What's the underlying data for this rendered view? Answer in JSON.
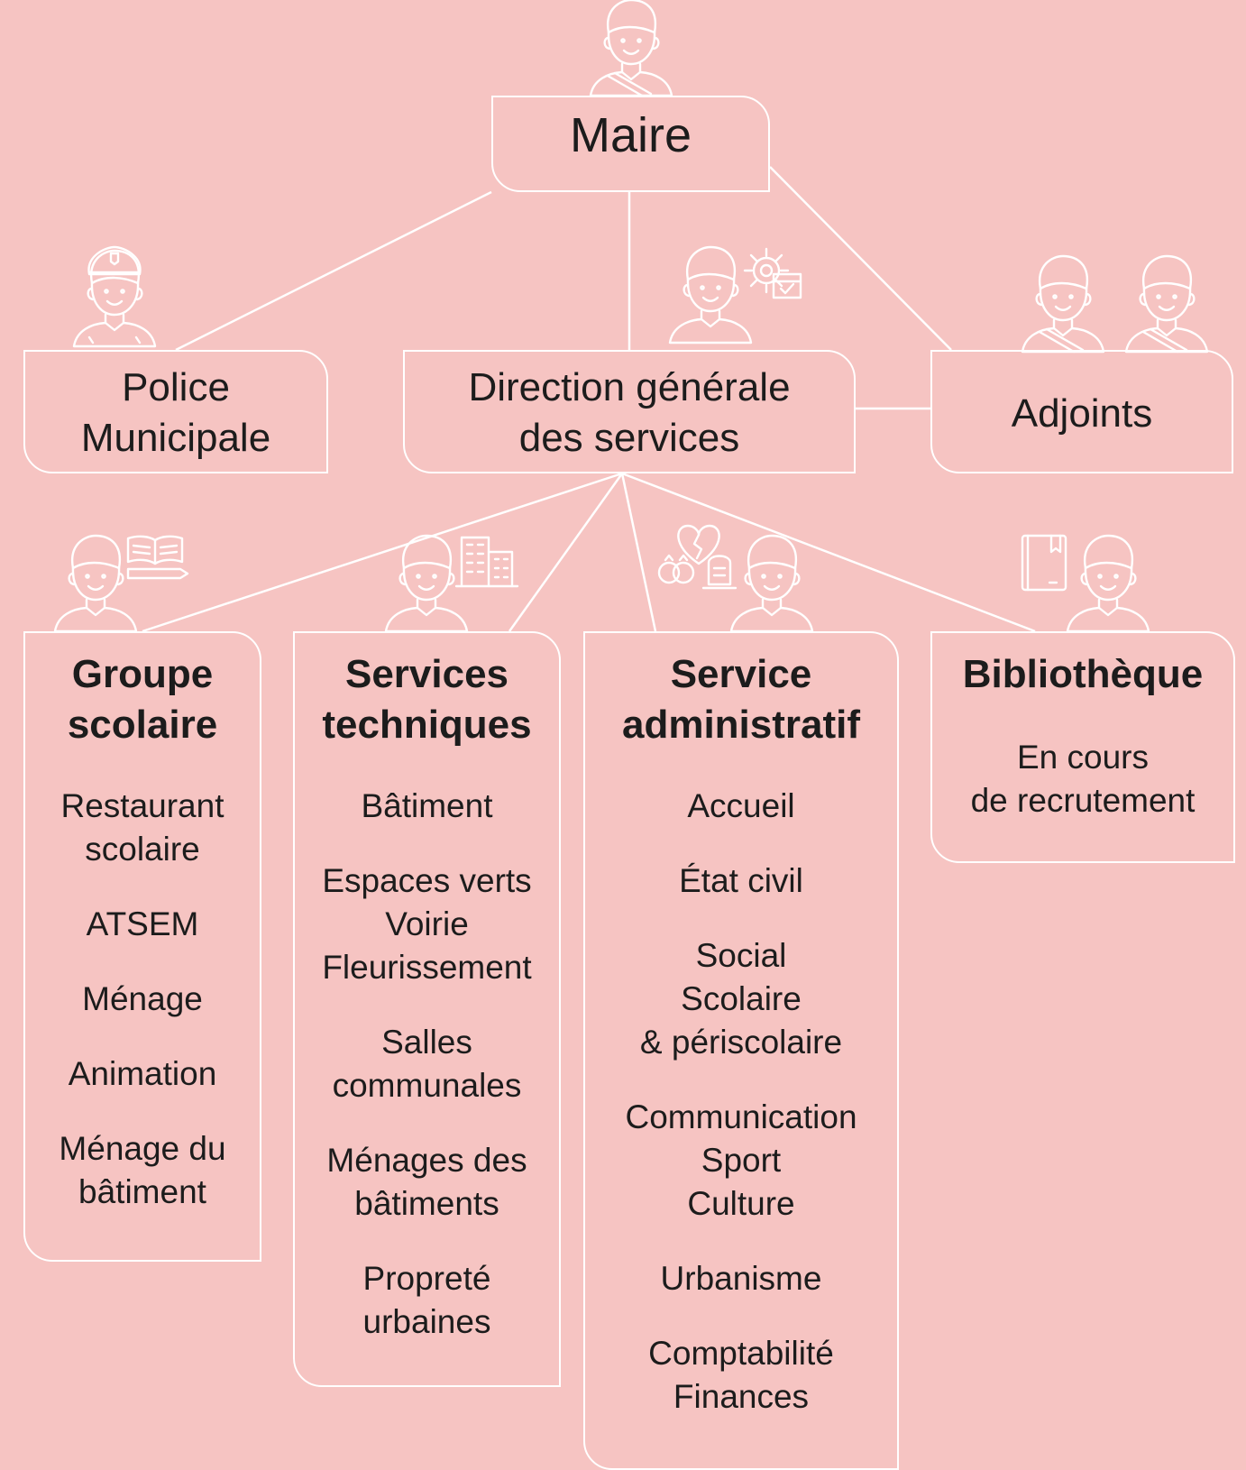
{
  "nodes": {
    "maire": {
      "title": "Maire"
    },
    "police": {
      "title": "Police\nMunicipale"
    },
    "dgs": {
      "title": "Direction générale\ndes services"
    },
    "adjoints": {
      "title": "Adjoints"
    },
    "groupe_scolaire": {
      "title": "Groupe\nscolaire",
      "items": [
        "Restaurant\nscolaire",
        "ATSEM",
        "Ménage",
        "Animation",
        "Ménage du\nbâtiment"
      ]
    },
    "services_techniques": {
      "title": "Services\ntechniques",
      "items": [
        "Bâtiment",
        "Espaces verts\nVoirie\nFleurissement",
        "Salles\ncommunales",
        "Ménages des\nbâtiments",
        "Propreté\nurbaines"
      ]
    },
    "service_administratif": {
      "title": "Service\nadministratif",
      "items": [
        "Accueil",
        "État civil",
        "Social\nScolaire\n& périscolaire",
        "Communication\nSport\nCulture",
        "Urbanisme",
        "Comptabilité\nFinances"
      ]
    },
    "bibliotheque": {
      "title": "Bibliothèque",
      "items": [
        "En cours\nde recrutement"
      ]
    }
  },
  "colors": {
    "background": "#f6c4c2",
    "lines": "#ffffff",
    "text": "#1c1c1c"
  },
  "icons": [
    "mayor-person-icon",
    "police-officer-icon",
    "manager-person-icon",
    "gear-calendar-icon",
    "deputy-person-icon",
    "open-book-pencil-icon",
    "buildings-icon",
    "wedding-rings-icon",
    "broken-heart-icon",
    "gravestone-icon",
    "book-icon"
  ]
}
